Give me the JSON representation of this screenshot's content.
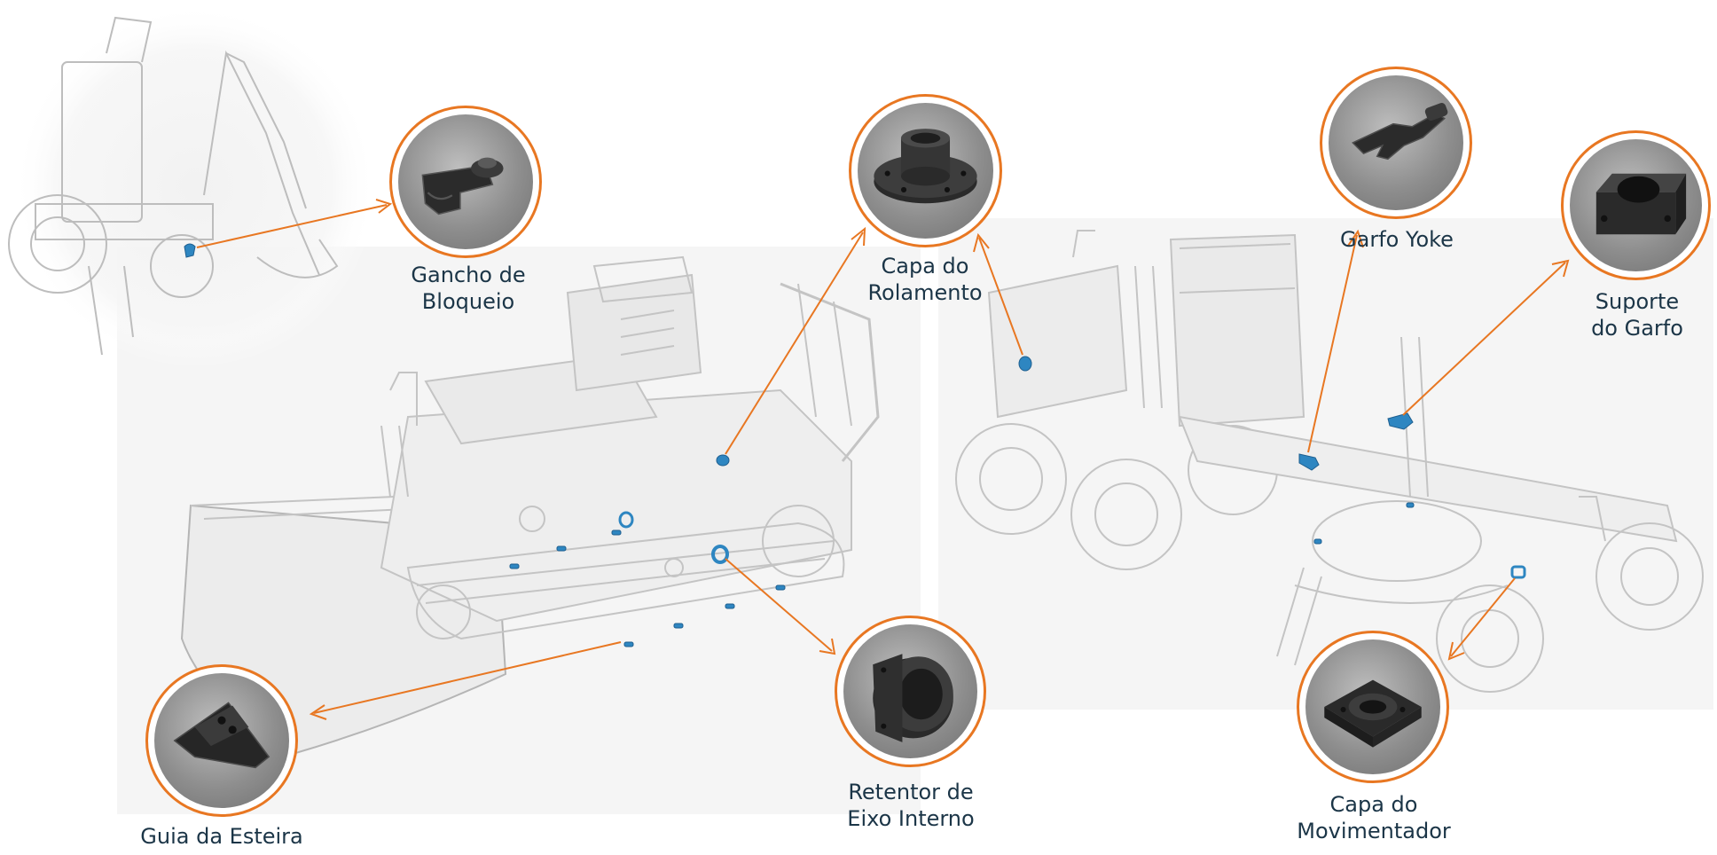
{
  "colors": {
    "accent": "#e87722",
    "highlight": "#2e86c1",
    "label_text": "#1b3547",
    "panel": "#f5f5f5"
  },
  "parts": [
    {
      "id": "gancho-de-bloqueio",
      "label_lines": [
        "Gancho de",
        "Bloqueio"
      ],
      "icon": "locking-hook-icon"
    },
    {
      "id": "capa-do-rolamento",
      "label_lines": [
        "Capa do",
        "Rolamento"
      ],
      "icon": "bearing-cap-icon"
    },
    {
      "id": "guia-da-esteira",
      "label_lines": [
        "Guia da Esteira"
      ],
      "icon": "track-guide-icon"
    },
    {
      "id": "retentor-de-eixo-interno",
      "label_lines": [
        "Retentor de",
        "Eixo Interno"
      ],
      "icon": "inner-axle-retainer-icon"
    },
    {
      "id": "garfo-yoke",
      "label_lines": [
        "Garfo Yoke"
      ],
      "icon": "yoke-fork-icon"
    },
    {
      "id": "suporte-do-garfo",
      "label_lines": [
        "Suporte",
        "do Garfo"
      ],
      "icon": "fork-support-icon"
    },
    {
      "id": "capa-do-movimentador",
      "label_lines": [
        "Capa do",
        "Movimentador"
      ],
      "icon": "mover-cap-icon"
    }
  ],
  "machines": [
    {
      "id": "backhoe",
      "icon": "backhoe-loader-icon"
    },
    {
      "id": "crawler-dozer",
      "icon": "crawler-dozer-icon"
    },
    {
      "id": "motor-grader",
      "icon": "motor-grader-icon"
    }
  ]
}
